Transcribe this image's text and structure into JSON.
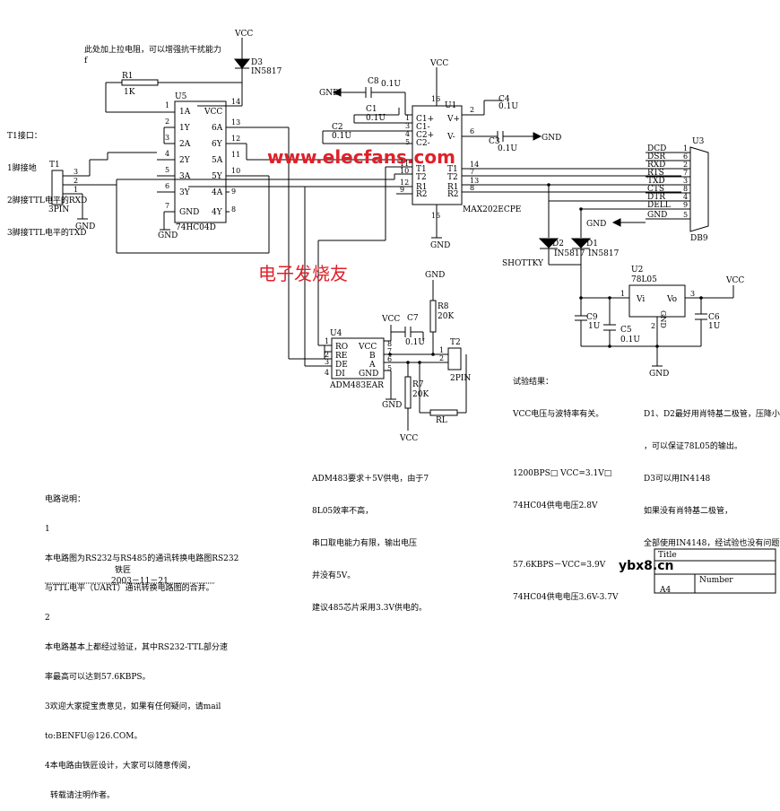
{
  "watermark": {
    "site": "www.elecfans.com",
    "title": "电子发烧友",
    "corner": "ybx8.cn"
  },
  "top_note": "此处加上拉电阻，可以增强抗干扰能力",
  "top_note_suffix": "f",
  "ttl_interface": {
    "title": "T1接口：",
    "pins": [
      "1脚接地",
      "2脚接TTL电平的RXD",
      "3脚接TTL电平的TXD"
    ],
    "connector_ref": "T1",
    "connector_type": "3PIN",
    "pin_numbers": [
      "3",
      "2",
      "1"
    ]
  },
  "labels": {
    "vcc": "VCC",
    "gnd": "GND",
    "d3_ref": "D3",
    "d3_part": "IN5817",
    "r1_ref": "R1",
    "r1_val": "1K",
    "u5_ref": "U5",
    "u5_part": "74HC04D",
    "u1_ref": "U1",
    "u1_part": "MAX202ECPE",
    "c8_ref": "C8",
    "c8_val": "0.1U",
    "c1_ref": "C1",
    "c1_val": "0.1U",
    "c2_ref": "C2",
    "c2_val": "0.1U",
    "c3_ref": "C3",
    "c3_val": "0.1U",
    "c4_ref": "C4",
    "c4_val": "0.1U",
    "u3_ref": "U3",
    "u3_part": "DB9",
    "d2_ref": "D2",
    "d2_part": "IN5817",
    "d1_ref": "D1",
    "d1_part": "IN5817",
    "shottky": "SHOTTKY",
    "u2_ref": "U2",
    "u2_part": "78L05",
    "u2_vi": "Vi",
    "u2_vo": "Vo",
    "u2_gnd": "GND",
    "c9_ref": "C9",
    "c9_val": "1U",
    "c5_ref": "C5",
    "c5_val": "0.1U",
    "c6_ref": "C6",
    "c6_val": "1U",
    "u4_ref": "U4",
    "u4_part": "ADM483EAR",
    "c7_ref": "C7",
    "c7_val": "0.1U",
    "r8_ref": "R8",
    "r8_val": "20K",
    "r7_ref": "R7",
    "r7_val": "20K",
    "rl": "RL",
    "t2_ref": "T2",
    "t2_type": "2PIN"
  },
  "u5_pins_left": [
    "1A",
    "1Y",
    "2A",
    "2Y",
    "3A",
    "3Y",
    "GND"
  ],
  "u5_pins_right": [
    "VCC",
    "6A",
    "6Y",
    "5A",
    "5Y",
    "4A",
    "4Y"
  ],
  "u5_pin_nums_left": [
    "1",
    "2",
    "3",
    "4",
    "5",
    "6",
    "7"
  ],
  "u5_pin_nums_right": [
    "14",
    "13",
    "12",
    "11",
    "10",
    "9",
    "8"
  ],
  "u1_pins_left": [
    "C1+",
    "C1-",
    "C2+",
    "C2-",
    "T1",
    "T2",
    "R1",
    "R2"
  ],
  "u1_pins_right": [
    "V+",
    "V-",
    "T1",
    "T2",
    "R1",
    "R2"
  ],
  "u1_pin_nums_left": [
    "1",
    "3",
    "4",
    "5",
    "11",
    "10",
    "12",
    "9"
  ],
  "u1_pin_nums_right": [
    "2",
    "6",
    "14",
    "7",
    "13",
    "8"
  ],
  "u1_pin_nums_top_bottom": [
    "16",
    "15"
  ],
  "db9_signals": [
    "DCD",
    "DSR",
    "RXD",
    "RTS",
    "TXD",
    "CTS",
    "DTR",
    "DELL",
    "GND"
  ],
  "db9_pins": [
    "1",
    "6",
    "2",
    "7",
    "3",
    "8",
    "4",
    "9",
    "5"
  ],
  "u4_pins_left": [
    "RO",
    "RE",
    "DE",
    "DI"
  ],
  "u4_pins_right": [
    "VCC",
    "B",
    "A",
    "GND"
  ],
  "u4_pin_nums_left": [
    "1",
    "2",
    "3",
    "4"
  ],
  "u4_pin_nums_right": [
    "8",
    "7",
    "6",
    "5"
  ],
  "u2_pin_nums": [
    "1",
    "3",
    "2"
  ],
  "t2_pin_numbers": [
    "1",
    "2"
  ],
  "test_results": {
    "title": "试验结果：",
    "line1": "VCC电压与波特率有关。",
    "line2": "1200BPS□ VCC=3.1V□",
    "line3": "74HC04供电电压2.8V",
    "line4": "57.6KBPS－VCC=3.9V",
    "line5": "74HC04供电电压3.6V-3.7V"
  },
  "diode_note": {
    "line1": "D1、D2最好用肖特基二极管，压降小",
    "line2": "，可以保证78L05的输出。",
    "line3": "D3可以用IN4148",
    "line4": "如果没有肖特基二极管，",
    "line5": "全部使用IN4148，经试验也没有问题"
  },
  "adm_note": {
    "line1": "ADM483要求＋5V供电，由于7",
    "line2": "8L05效率不高，",
    "line3": "串口取电能力有限，输出电压",
    "line4": "并没有5V。",
    "line5": "建议485芯片采用3.3V供电的。"
  },
  "circuit_notes": {
    "title": "电路说明：",
    "n1": "1",
    "l1a": "本电路图为RS232与RS485的通讯转换电路图RS232",
    "l1b": "与TTL电平（UART）通讯转换电路图的合并。",
    "n2": "2",
    "l2a": "本电路基本上都经过验证，其中RS232-TTL部分速",
    "l2b": "率最高可以达到57.6KBPS。",
    "l3a": "3欢迎大家提宝贵意见，如果有任何疑问，请mail",
    "l3b": "to:BENFU@126.COM。",
    "l4a": "4本电路由铁匠设计，大家可以随意传阅，",
    "l4b": "转载请注明作者。",
    "author": "铁匠",
    "date": "2003－11－21"
  },
  "title_block": {
    "title": "Title",
    "number": "Number",
    "size": "A4"
  }
}
